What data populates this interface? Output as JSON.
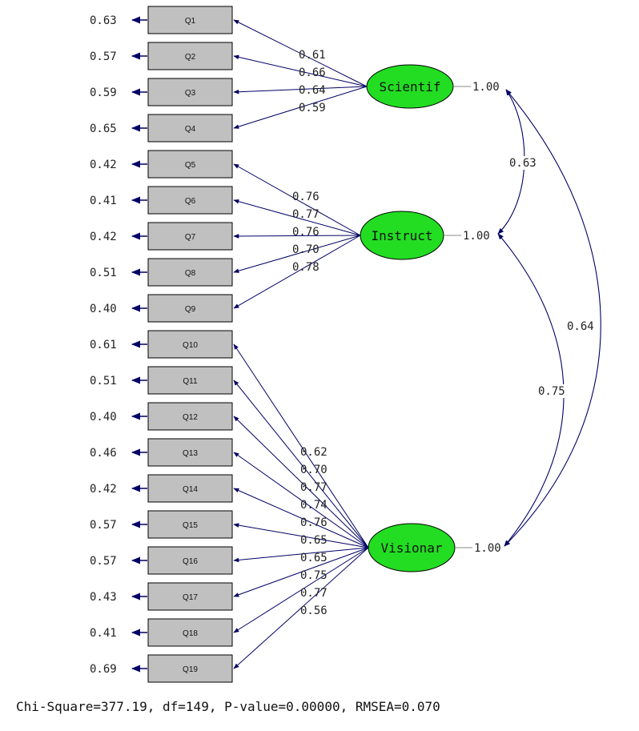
{
  "observed": [
    {
      "name": "Q1",
      "error": "0.63"
    },
    {
      "name": "Q2",
      "error": "0.57"
    },
    {
      "name": "Q3",
      "error": "0.59"
    },
    {
      "name": "Q4",
      "error": "0.65"
    },
    {
      "name": "Q5",
      "error": "0.42"
    },
    {
      "name": "Q6",
      "error": "0.41"
    },
    {
      "name": "Q7",
      "error": "0.42"
    },
    {
      "name": "Q8",
      "error": "0.51"
    },
    {
      "name": "Q9",
      "error": "0.40"
    },
    {
      "name": "Q10",
      "error": "0.61"
    },
    {
      "name": "Q11",
      "error": "0.51"
    },
    {
      "name": "Q12",
      "error": "0.40"
    },
    {
      "name": "Q13",
      "error": "0.46"
    },
    {
      "name": "Q14",
      "error": "0.42"
    },
    {
      "name": "Q15",
      "error": "0.57"
    },
    {
      "name": "Q16",
      "error": "0.57"
    },
    {
      "name": "Q17",
      "error": "0.43"
    },
    {
      "name": "Q18",
      "error": "0.41"
    },
    {
      "name": "Q19",
      "error": "0.69"
    }
  ],
  "latents": [
    {
      "name": "Scientif",
      "variance": "1.00",
      "loadings": [
        "0.61",
        "0.66",
        "0.64",
        "0.59"
      ],
      "items": [
        0,
        1,
        2,
        3
      ]
    },
    {
      "name": "Instruct",
      "variance": "1.00",
      "loadings": [
        "0.76",
        "0.77",
        "0.76",
        "0.70",
        "0.78"
      ],
      "items": [
        4,
        5,
        6,
        7,
        8
      ]
    },
    {
      "name": "Visionar",
      "variance": "1.00",
      "loadings": [
        "0.62",
        "0.70",
        "0.77",
        "0.74",
        "0.76",
        "0.65",
        "0.65",
        "0.75",
        "0.77",
        "0.56"
      ],
      "items": [
        9,
        10,
        11,
        12,
        13,
        14,
        15,
        16,
        17,
        18
      ]
    }
  ],
  "correlations": [
    {
      "from": "Scientif",
      "to": "Instruct",
      "value": "0.63"
    },
    {
      "from": "Scientif",
      "to": "Visionar",
      "value": "0.64"
    },
    {
      "from": "Instruct",
      "to": "Visionar",
      "value": "0.75"
    }
  ],
  "fit": "Chi-Square=377.19, df=149, P-value=0.00000, RMSEA=0.070",
  "colors": {
    "arrow": "#000066",
    "box_fill": "#c0c0c0",
    "latent_fill": "#22dd22",
    "line": "#888888"
  }
}
